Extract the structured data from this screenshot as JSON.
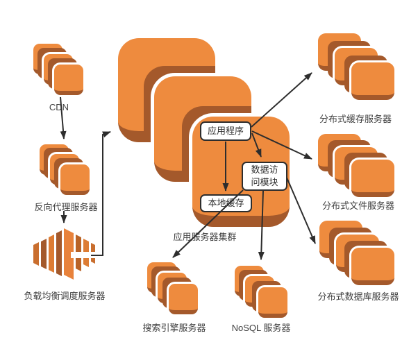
{
  "nodes": {
    "cdn": {
      "label": "CDN"
    },
    "reverse_proxy": {
      "label": "反向代理服务器"
    },
    "load_balancer": {
      "label": "负载均衡调度服务器"
    },
    "app_cluster": {
      "label": "应用服务器集群"
    },
    "app_program": {
      "label": "应用程序"
    },
    "data_access": {
      "label": "数据访问模块"
    },
    "local_cache": {
      "label": "本地缓存"
    },
    "dist_cache": {
      "label": "分布式缓存服务器"
    },
    "dist_file": {
      "label": "分布式文件服务器"
    },
    "dist_db": {
      "label": "分布式数据库服务器"
    },
    "search_engine": {
      "label": "搜索引擎服务器"
    },
    "nosql": {
      "label": "NoSQL 服务器"
    }
  },
  "edges": [
    {
      "from": "cdn",
      "to": "reverse_proxy"
    },
    {
      "from": "reverse_proxy",
      "to": "load_balancer"
    },
    {
      "from": "load_balancer",
      "to": "app_cluster"
    },
    {
      "from": "app_program",
      "to": "local_cache"
    },
    {
      "from": "app_program",
      "to": "data_access"
    },
    {
      "from": "app_program",
      "to": "dist_cache"
    },
    {
      "from": "app_program",
      "to": "dist_file"
    },
    {
      "from": "data_access",
      "to": "dist_db"
    },
    {
      "from": "data_access",
      "to": "nosql"
    },
    {
      "from": "data_access",
      "to": "search_engine"
    }
  ],
  "colors": {
    "icon_orange": "#EE8B3E",
    "icon_shadow": "#A4592B",
    "arrow": "#2D2D2D",
    "text": "#3F3F3F",
    "background": "#FFFFFF"
  }
}
